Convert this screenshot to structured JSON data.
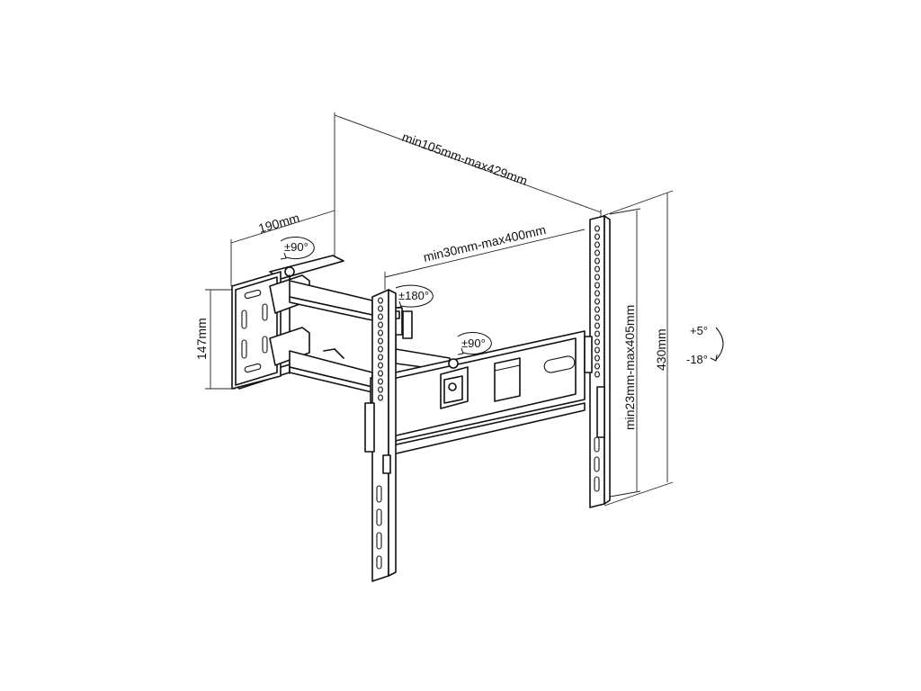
{
  "dimensions": {
    "depth_range": "min105mm-max429mm",
    "arm_extension": "min30mm-max400mm",
    "wall_plate_width": "190mm",
    "wall_plate_height": "147mm",
    "tv_bracket_height": "430mm",
    "vesa_vertical_range": "min23mm-max405mm"
  },
  "rotations": {
    "wall_swivel": "±90°",
    "arm_swivel": "±180°",
    "head_swivel": "±90°"
  },
  "tilt": {
    "up": "+5°",
    "down": "-18°"
  }
}
